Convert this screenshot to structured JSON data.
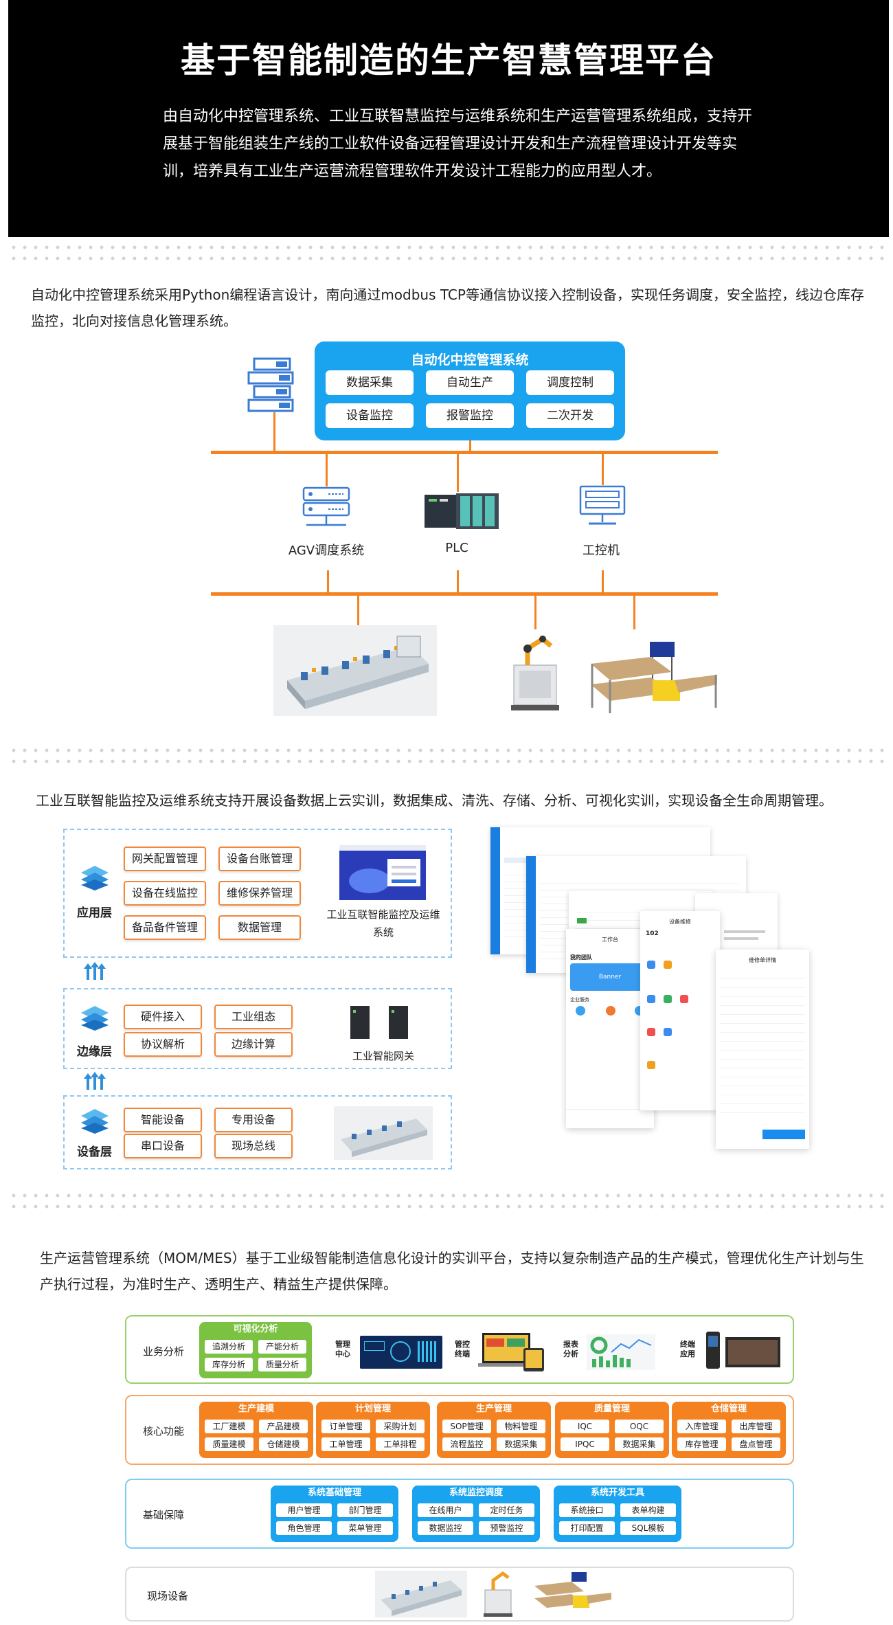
{
  "header": {
    "title": "基于智能制造的生产智慧管理平台",
    "description": "由自动化中控管理系统、工业互联智慧监控与运维系统和生产运营管理系统组成，支持开展基于智能组装生产线的工业软件设备远程管理设计开发和生产流程管理设计开发等实训，培养具有工业生产运营流程管理软件开发设计工程能力的应用型人才。"
  },
  "section1": {
    "description": "自动化中控管理系统采用Python编程语言设计，南向通过modbus TCP等通信协议接入控制设备，实现任务调度，安全监控，线边仓库存监控，北向对接信息化管理系统。",
    "system_title": "自动化中控管理系统",
    "modules": [
      "数据采集",
      "自动生产",
      "调度控制",
      "设备监控",
      "报警监控",
      "二次开发"
    ],
    "devices": [
      "AGV调度系统",
      "PLC",
      "工控机"
    ]
  },
  "section2": {
    "description": "工业互联智能监控及运维系统支持开展设备数据上云实训，数据集成、清洗、存储、分析、可视化实训，实现设备全生命周期管理。",
    "layers": [
      {
        "name": "应用层",
        "items": [
          "网关配置管理",
          "设备台账管理",
          "设备在线监控",
          "维修保养管理",
          "备品备件管理",
          "数据管理"
        ],
        "caption": "工业互联智能监控及运维系统"
      },
      {
        "name": "边缘层",
        "items": [
          "硬件接入",
          "工业组态",
          "协议解析",
          "边缘计算"
        ],
        "caption": "工业智能网关"
      },
      {
        "name": "设备层",
        "items": [
          "智能设备",
          "专用设备",
          "串口设备",
          "现场总线"
        ]
      }
    ]
  },
  "section3": {
    "description": "生产运营管理系统（MOM/MES）基于工业级智能制造信息化设计的实训平台，支持以复杂制造产品的生产模式，管理优化生产计划与生产执行过程，为准时生产、透明生产、精益生产提供保障。",
    "rows": [
      {
        "label": "业务分析",
        "groups": [
          {
            "title": "可视化分析",
            "items": [
              "追溯分析",
              "产能分析",
              "库存分析",
              "质量分析"
            ]
          }
        ],
        "apps": [
          [
            "管理",
            "中心"
          ],
          [
            "管控",
            "终端"
          ],
          [
            "报表",
            "分析"
          ],
          [
            "终端",
            "应用"
          ]
        ]
      },
      {
        "label": "核心功能",
        "groups": [
          {
            "title": "生产建模",
            "items": [
              "工厂建模",
              "产品建模",
              "质量建模",
              "仓储建模"
            ]
          },
          {
            "title": "计划管理",
            "items": [
              "订单管理",
              "采购计划",
              "工单管理",
              "工单排程"
            ]
          },
          {
            "title": "生产管理",
            "items": [
              "SOP管理",
              "物料管理",
              "流程监控",
              "数据采集"
            ]
          },
          {
            "title": "质量管理",
            "items": [
              "IQC",
              "OQC",
              "IPQC",
              "数据采集"
            ]
          },
          {
            "title": "仓储管理",
            "items": [
              "入库管理",
              "出库管理",
              "库存管理",
              "盘点管理"
            ]
          }
        ]
      },
      {
        "label": "基础保障",
        "groups": [
          {
            "title": "系统基础管理",
            "items": [
              "用户管理",
              "部门管理",
              "角色管理",
              "菜单管理"
            ]
          },
          {
            "title": "系统监控调度",
            "items": [
              "在线用户",
              "定时任务",
              "数据监控",
              "预警监控"
            ]
          },
          {
            "title": "系统开发工具",
            "items": [
              "系统接口",
              "表单构建",
              "打印配置",
              "SQL模板"
            ]
          }
        ]
      },
      {
        "label": "现场设备",
        "groups": []
      }
    ]
  },
  "phone": {
    "team_title": "我的团队",
    "banner": "Banner",
    "company": "企业服务",
    "workbench": "工作台",
    "device_maint": "设备维修",
    "repair_order": "维修单详情",
    "stat": "102"
  },
  "colors": {
    "blue": "#1aa3ee",
    "orange": "#f58220",
    "green": "#7cc242",
    "header": "#000000"
  }
}
